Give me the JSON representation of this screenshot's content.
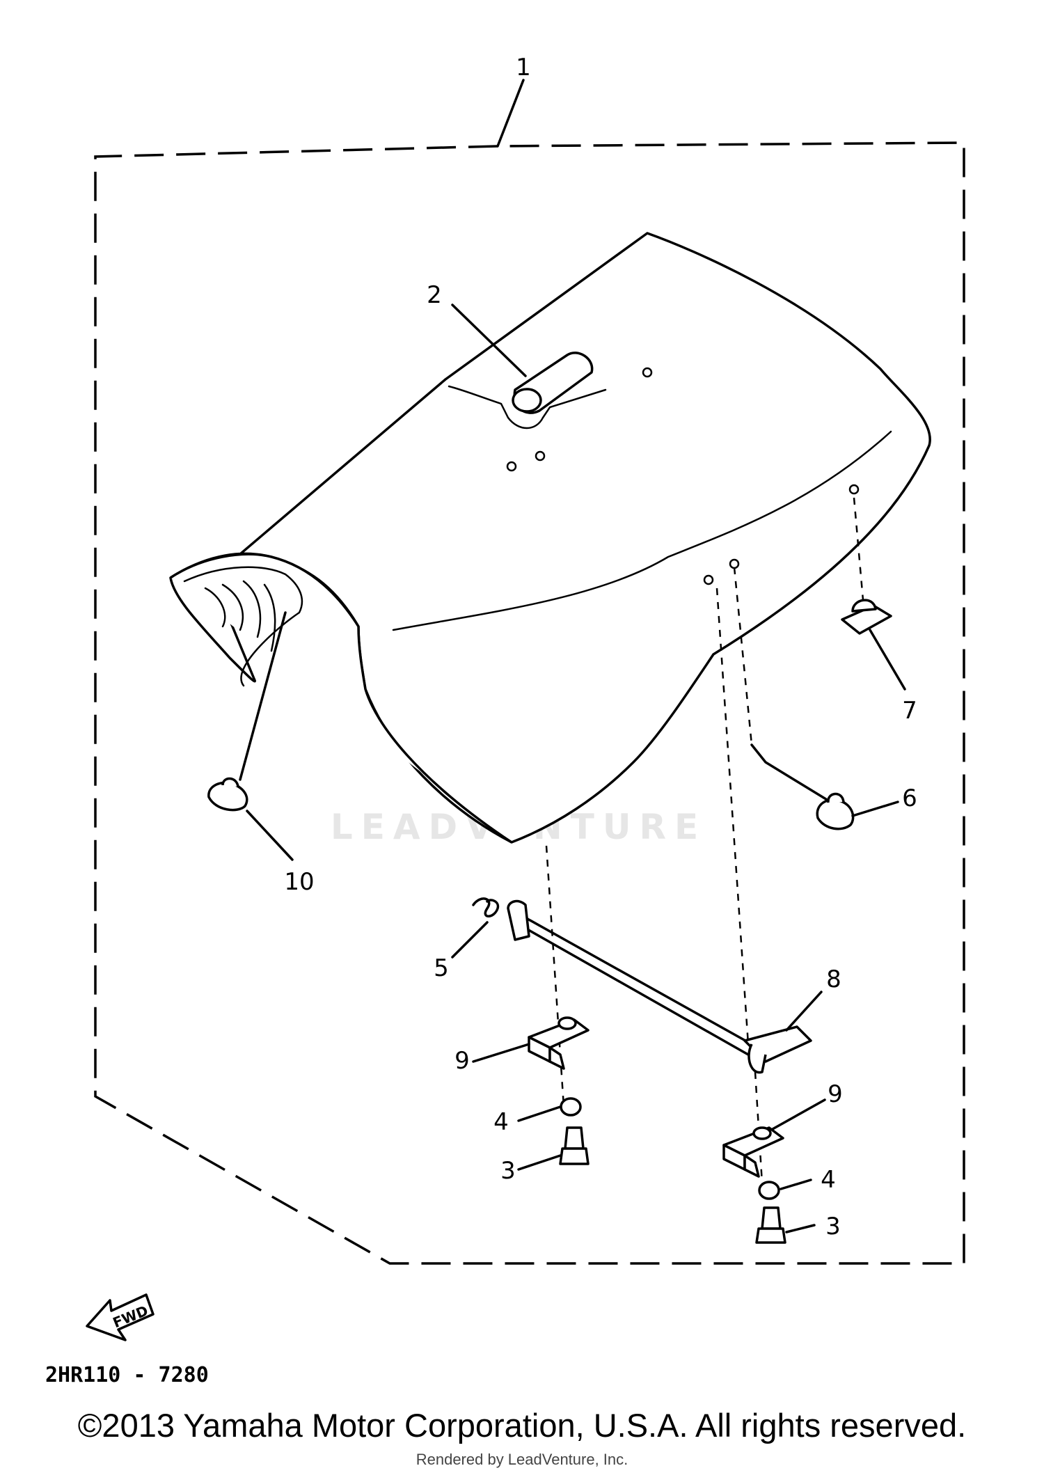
{
  "diagram": {
    "callouts": {
      "c1": "1",
      "c2": "2",
      "c3a": "3",
      "c3b": "3",
      "c4a": "4",
      "c4b": "4",
      "c5": "5",
      "c6": "6",
      "c7": "7",
      "c8": "8",
      "c9a": "9",
      "c9b": "9",
      "c10": "10"
    },
    "fwd_label": "FWD",
    "drawing_code": "2HR110 - 7280"
  },
  "watermark": {
    "text": "LEADVENTURE"
  },
  "footer": {
    "copyright": "©2013 Yamaha Motor Corporation, U.S.A. All rights reserved.",
    "rendered_by": "Rendered by LeadVenture, Inc."
  }
}
